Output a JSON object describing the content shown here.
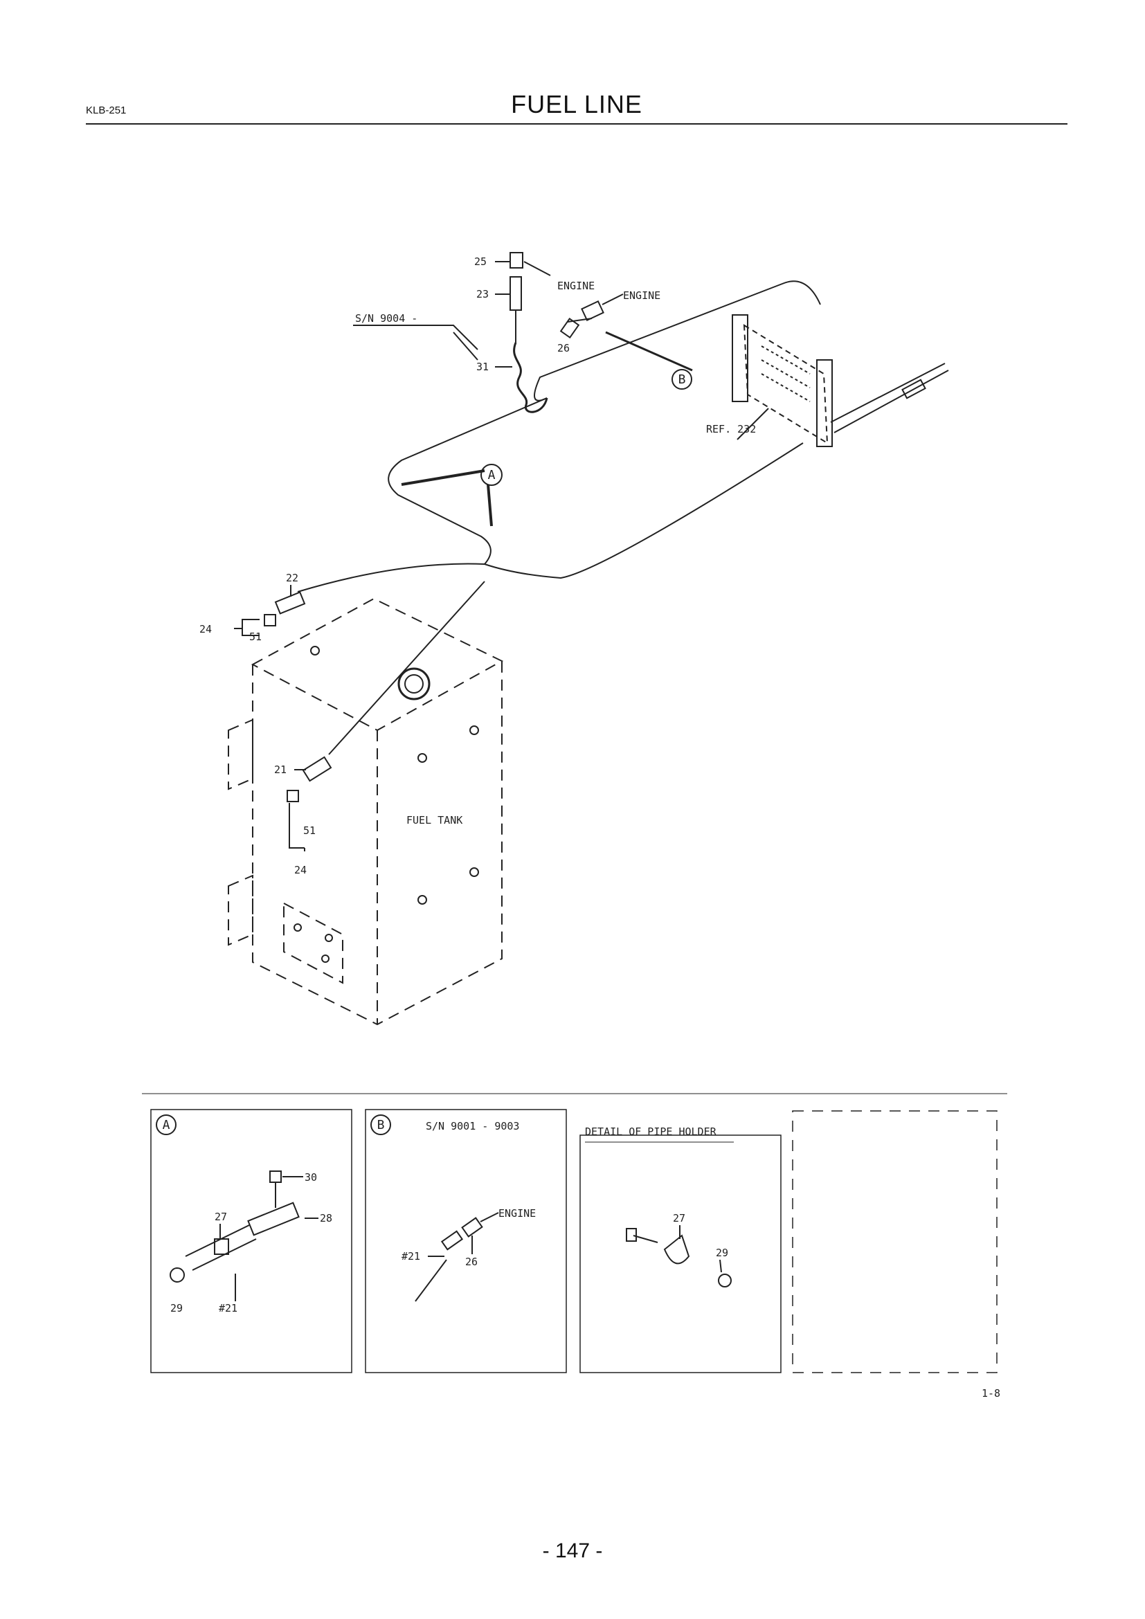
{
  "header": {
    "doc_code": "KLB-251",
    "title": "FUEL LINE"
  },
  "main": {
    "callouts": {
      "c25": "25",
      "c23": "23",
      "c31": "31",
      "c26": "26",
      "c22": "22",
      "c24a": "24",
      "c51a": "51",
      "c21": "21",
      "c51b": "51",
      "c24b": "24"
    },
    "engine_1": "ENGINE",
    "engine_2": "ENGINE",
    "serial_range": "S/N 9004 -",
    "ref_label": "REF. 232",
    "view_a": "A",
    "view_b": "B",
    "tank_label": "FUEL TANK"
  },
  "details": {
    "a": {
      "letter": "A",
      "c30": "30",
      "c27": "27",
      "c28": "28",
      "c29": "29",
      "c21": "#21"
    },
    "b": {
      "letter": "B",
      "serial": "S/N 9001 - 9003",
      "engine": "ENGINE",
      "c21": "#21",
      "c26": "26"
    },
    "c": {
      "title": "DETAIL OF PIPE HOLDER",
      "c27": "27",
      "c29": "29"
    }
  },
  "figure_code": "1-8",
  "footer": {
    "page_number": "- 147 -"
  }
}
